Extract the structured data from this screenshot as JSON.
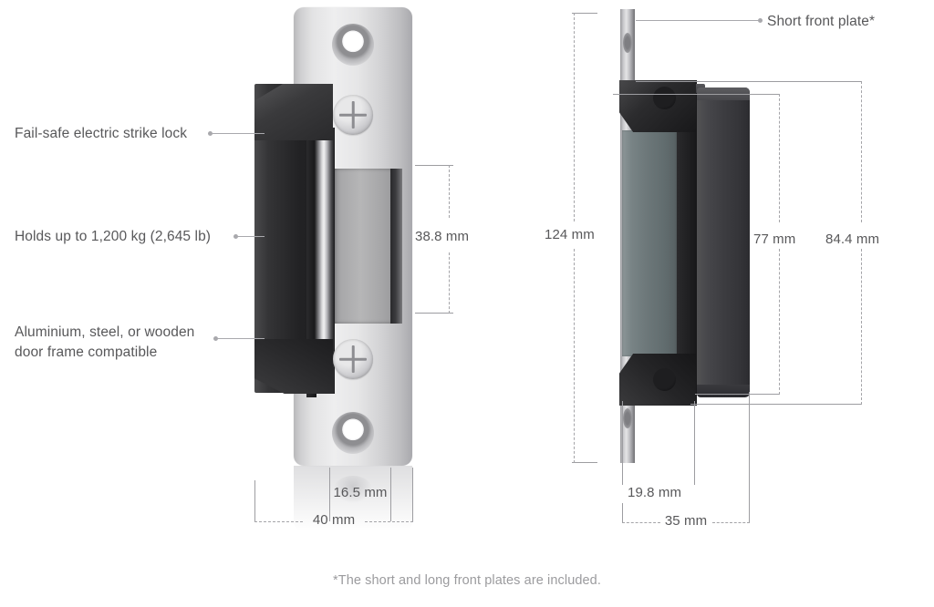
{
  "page": {
    "background": "#ffffff",
    "text_color": "#58585a",
    "muted_color": "#9b9b9e",
    "line_color": "#a4a4a8"
  },
  "callouts": [
    {
      "id": "fail-safe",
      "text": "Fail-safe electric strike lock"
    },
    {
      "id": "holding",
      "text": "Holds up to 1,200 kg (2,645 lb)"
    },
    {
      "id": "frame",
      "text": "Aluminium, steel, or wooden\ndoor frame compatible"
    },
    {
      "id": "front-plate",
      "text": "Short front plate*"
    }
  ],
  "dimensions": {
    "front_view": [
      {
        "id": "height-window",
        "value": "38.8 mm",
        "axis": "vertical"
      },
      {
        "id": "plate-width",
        "value": "16.5 mm",
        "axis": "horizontal"
      },
      {
        "id": "overall-width",
        "value": "40 mm",
        "axis": "horizontal"
      }
    ],
    "side_view": [
      {
        "id": "overall-height",
        "value": "124 mm",
        "axis": "vertical"
      },
      {
        "id": "body-height",
        "value": "77 mm",
        "axis": "vertical"
      },
      {
        "id": "total-depth",
        "value": "84.4 mm",
        "axis": "vertical"
      },
      {
        "id": "plate-depth",
        "value": "19.8 mm",
        "axis": "horizontal"
      },
      {
        "id": "body-depth",
        "value": "35 mm",
        "axis": "horizontal"
      }
    ]
  },
  "footnote": {
    "text": "*The short and long front plates are included."
  }
}
